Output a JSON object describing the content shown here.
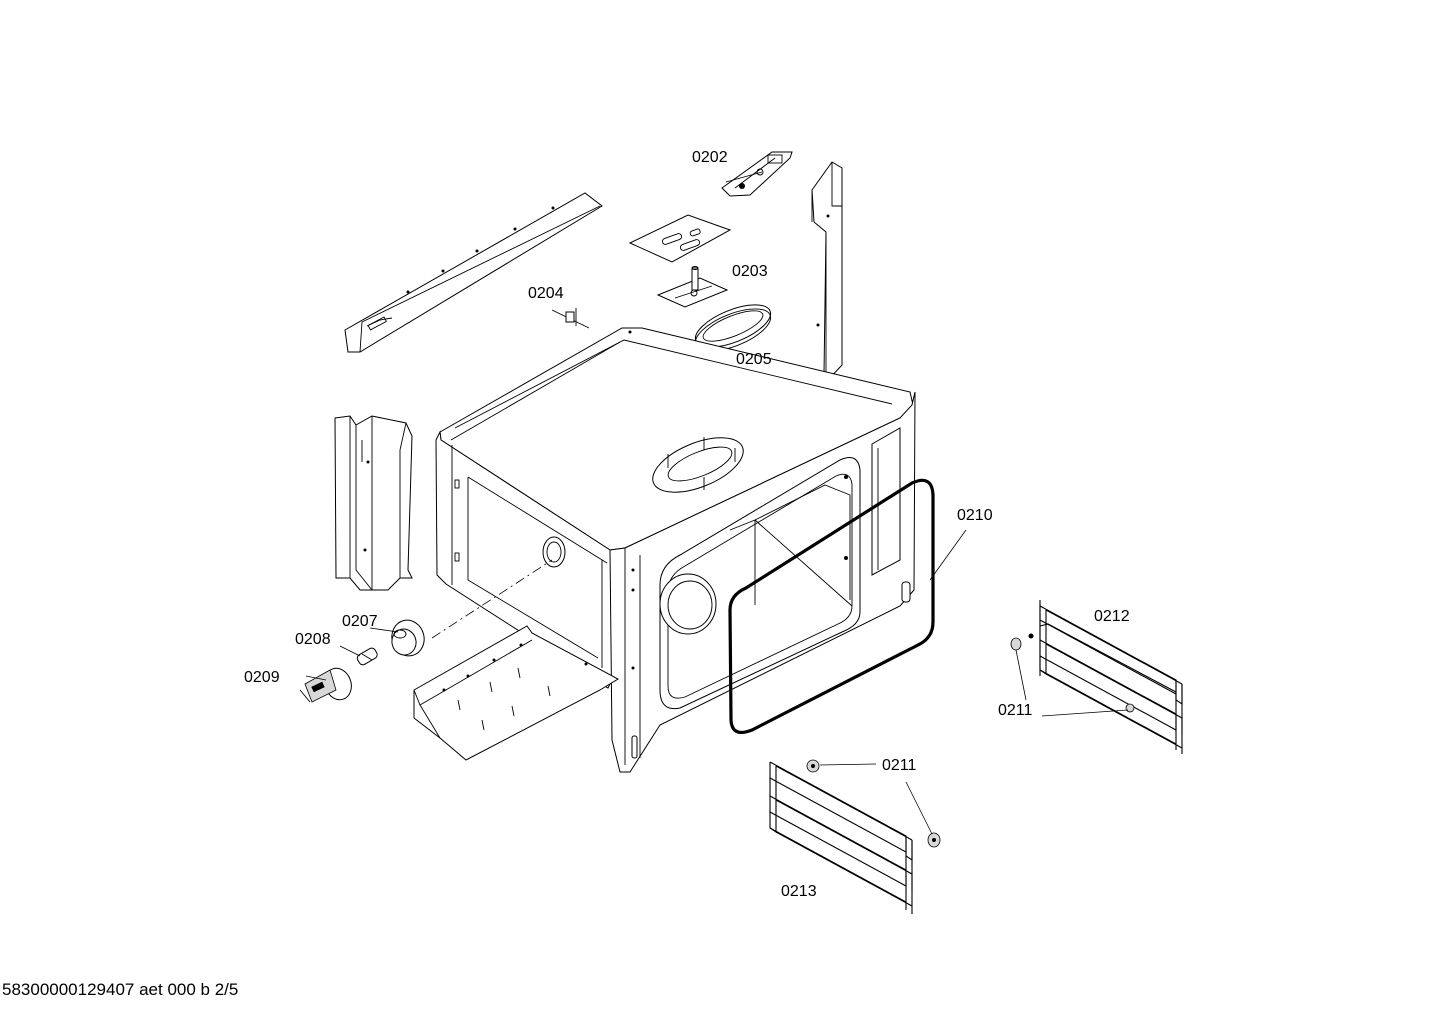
{
  "labels": {
    "p0202": "0202",
    "p0203": "0203",
    "p0204": "0204",
    "p0205": "0205",
    "p0207": "0207",
    "p0208": "0208",
    "p0209": "0209",
    "p0210": "0210",
    "p0211_right": "0211",
    "p0211_bottom": "0211",
    "p0212": "0212",
    "p0213": "0213"
  },
  "footer": {
    "doc_id": "58300000129407 aet 000 b 2/5"
  }
}
